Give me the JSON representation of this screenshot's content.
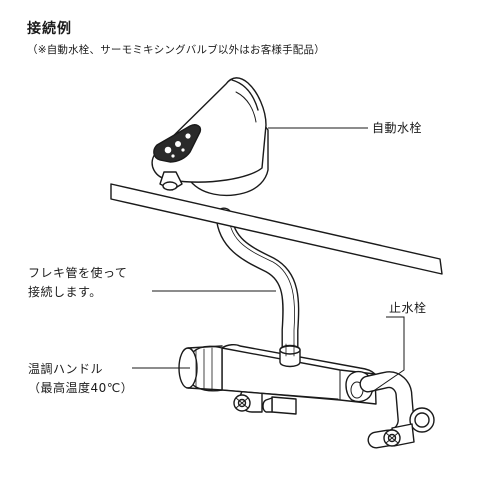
{
  "title": "接続例",
  "subtitle": "（※自動水栓、サーモミキシングバルブ以外はお客様手配品）",
  "labels": {
    "auto_faucet": "自動水栓",
    "flex_pipe_line1": "フレキ管を使って",
    "flex_pipe_line2": "接続します。",
    "stop_valve": "止水栓",
    "temp_handle_line1": "温調ハンドル",
    "temp_handle_line2": "（最高温度40℃）"
  },
  "colors": {
    "line": "#1a1a1a",
    "fill": "#ffffff"
  }
}
